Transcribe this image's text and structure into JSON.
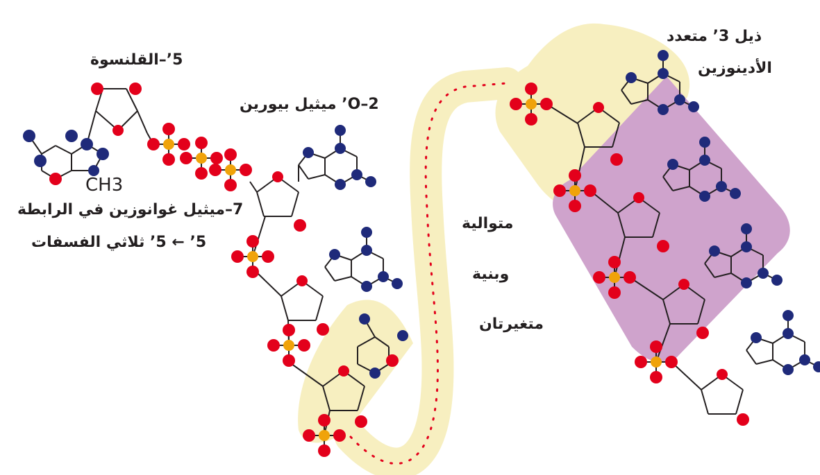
{
  "labels": {
    "cap": "5’–القلنسوة",
    "ch3": "CH3",
    "methyl_guanosine": "7–ميثيل غوانوزين في الرابطة",
    "triphosphate": "5’ ← 5’ ثلاثي الفسفات",
    "ribose_methyl": "O–2’ ميثيل بيورين",
    "tail_line1": "ذيل 3’ متعدد",
    "tail_line2": "الأدينوزين",
    "middle_line1": "متوالية",
    "middle_line2": "وبنية",
    "middle_line3": "متغيرتان"
  },
  "colors": {
    "oxygen": "#e3001b",
    "nitrogen": "#1f2a7a",
    "phosphorus": "#f0a30a",
    "bond": "#231f20",
    "highlight_yellow": "#f7efc0",
    "highlight_purple": "#cfa3cc",
    "dotted_line": "#e3001b"
  }
}
